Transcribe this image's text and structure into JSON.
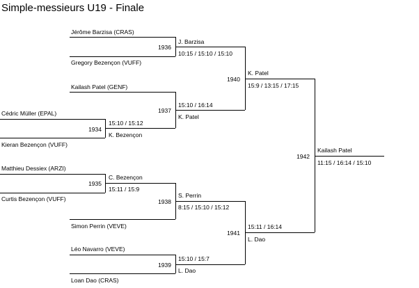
{
  "title": "Simple-messieurs U19 - Finale",
  "players": {
    "barzisa": "Jérôme Barzisa (CRAS)",
    "gbezencon": "Gregory Bezençon (VUFF)",
    "kpatel": "Kailash Patel (GENF)",
    "muller": "Cédric Müller (EPAL)",
    "kbezencon": "Kieran Bezençon (VUFF)",
    "dessiex": "Matthieu Dessiex (ARZI)",
    "cbezencon": "Curtis Bezençon (VUFF)",
    "perrin": "Simon Perrin (VEVE)",
    "navarro": "Léo Navarro (VEVE)",
    "dao": "Loan Dao (CRAS)"
  },
  "matches": {
    "m1934": {
      "number": "1934",
      "winner": "K. Bezençon",
      "score": "15:10 / 15:12"
    },
    "m1935": {
      "number": "1935",
      "winner": "C. Bezençon",
      "score": "15:11 / 15:9"
    },
    "m1936": {
      "number": "1936",
      "winner": "J. Barzisa",
      "score": "10:15 / 15:10 / 15:10"
    },
    "m1937": {
      "number": "1937",
      "winner": "K. Patel",
      "score": "15:10 / 16:14"
    },
    "m1938": {
      "number": "1938",
      "winner": "S. Perrin",
      "score": "8:15 / 15:10 / 15:12"
    },
    "m1939": {
      "number": "1939",
      "winner": "L. Dao",
      "score": "15:10 / 15:7"
    },
    "m1940": {
      "number": "1940",
      "winner": "K. Patel",
      "score": "15:9 / 13:15 / 17:15"
    },
    "m1941": {
      "number": "1941",
      "winner": "L. Dao",
      "score": "15:11 / 16:14"
    },
    "m1942": {
      "number": "1942",
      "winner": "Kailash Patel",
      "score": "11:15 / 16:14 / 15:10"
    }
  }
}
